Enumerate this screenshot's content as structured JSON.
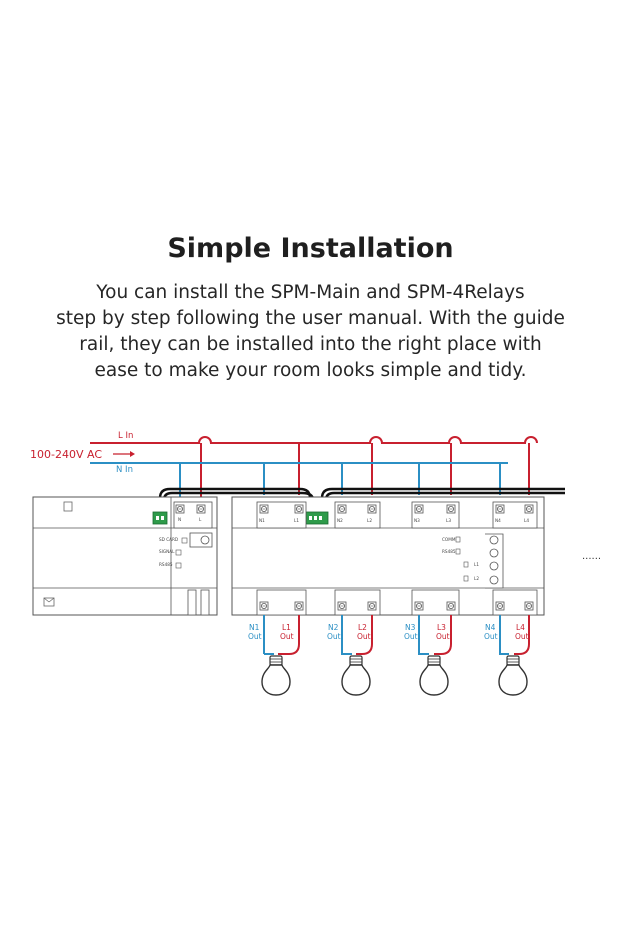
{
  "heading": "Simple Installation",
  "description_lines": [
    "You can install the SPM-Main and SPM-4Relays",
    "step by step following the user manual. With the guide",
    "rail, they can be installed into the right place with",
    "ease to make your room looks simple and tidy."
  ],
  "diagram": {
    "supply_label": "100-240V AC",
    "live_label": "L In",
    "neutral_label": "N In",
    "more_indicator": "......",
    "main_unit": {
      "terminal_n": "N",
      "terminal_l": "L",
      "port_sd": "SD CARD",
      "port_signal": "SIGNAL",
      "port_rs485": "RS485"
    },
    "relay_unit": {
      "port_comm": "COMM",
      "port_rs485": "RS485",
      "port_led1": "L1",
      "port_led2": "L2"
    },
    "channels": [
      {
        "n_top": "N1",
        "l_top": "L1",
        "n_out": "N1",
        "l_out": "L1",
        "out": "Out"
      },
      {
        "n_top": "N2",
        "l_top": "L2",
        "n_out": "N2",
        "l_out": "L2",
        "out": "Out"
      },
      {
        "n_top": "N3",
        "l_top": "L3",
        "n_out": "N3",
        "l_out": "L3",
        "out": "Out"
      },
      {
        "n_top": "N4",
        "l_top": "L4",
        "n_out": "N4",
        "l_out": "L4",
        "out": "Out"
      }
    ],
    "colors": {
      "live": "#c8202f",
      "neutral": "#2b8fc4",
      "device_stroke": "#555555",
      "bus": "#111111",
      "connector": "#2e9b4a"
    }
  }
}
